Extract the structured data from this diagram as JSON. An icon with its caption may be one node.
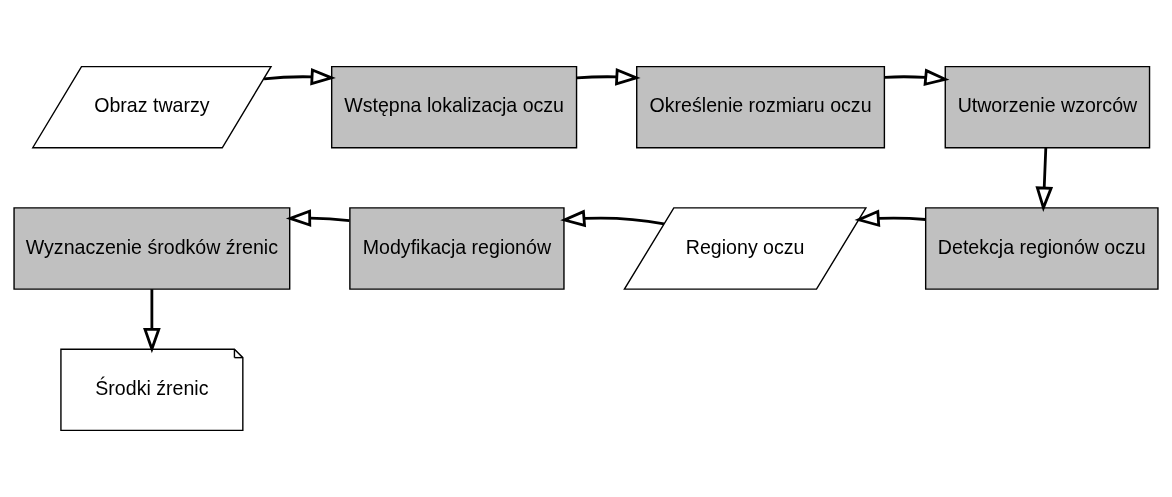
{
  "diagram": {
    "nodes": [
      {
        "text": [
          "Obraz twarzy"
        ]
      },
      {
        "text": [
          "Wstępna lokalizacja oczu"
        ]
      },
      {
        "text": [
          "Określenie rozmiaru oczu"
        ]
      },
      {
        "text": [
          "Utworzenie wzorców"
        ]
      },
      {
        "text": [
          "Detekcja regionów oczu"
        ]
      },
      {
        "text": [
          "Regiony oczu"
        ]
      },
      {
        "text": [
          "Modyfikacja regionów"
        ]
      },
      {
        "text": [
          "Wyznaczenie środków źrenic"
        ]
      },
      {
        "text": [
          "Środki źrenic"
        ]
      }
    ],
    "edges": [
      {
        "from": 0,
        "to": 1,
        "arrow": "to"
      },
      {
        "from": 1,
        "to": 2,
        "arrow": "to"
      },
      {
        "from": 2,
        "to": 3,
        "arrow": "to"
      },
      {
        "from": 3,
        "to": 4,
        "arrow": "to"
      },
      {
        "from": 4,
        "to": 5,
        "arrow": "to"
      },
      {
        "from": 5,
        "to": 6,
        "arrow": "to"
      },
      {
        "from": 6,
        "to": 7,
        "arrow": "to"
      },
      {
        "from": 7,
        "to": 8,
        "arrow": "to"
      }
    ]
  }
}
